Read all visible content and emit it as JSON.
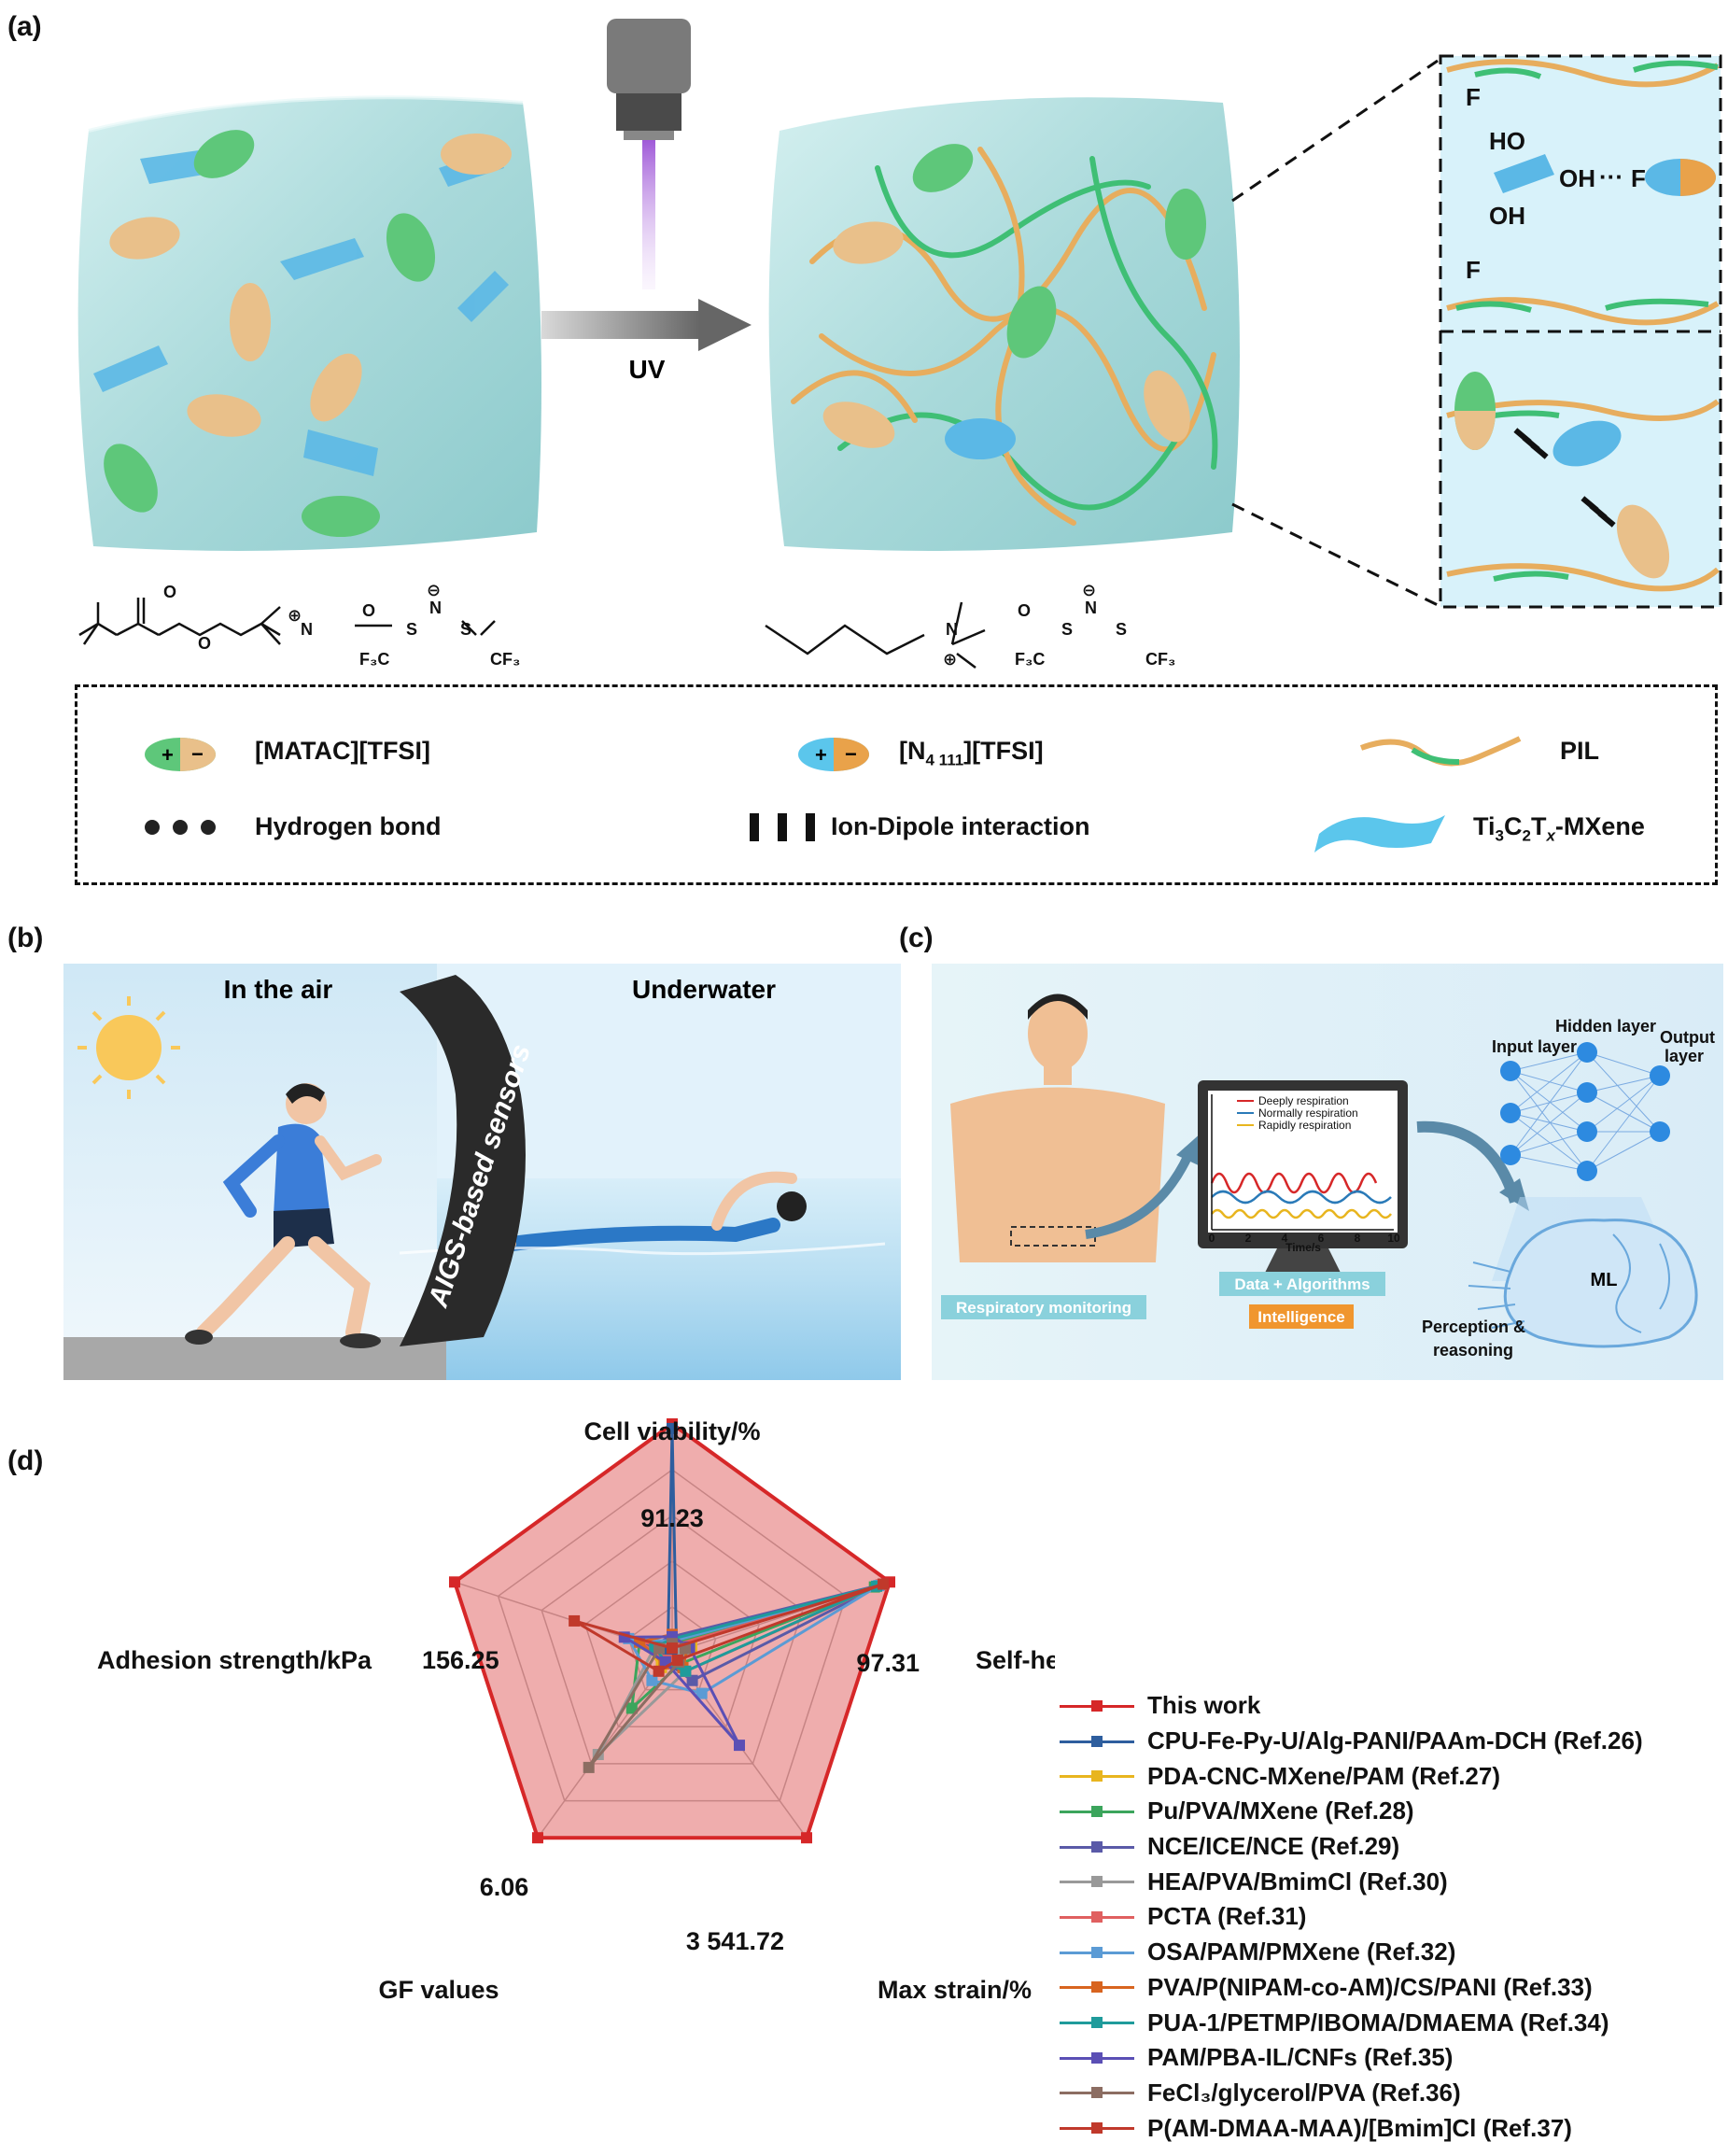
{
  "panels": {
    "a": "(a)",
    "b": "(b)",
    "c": "(c)",
    "d": "(d)"
  },
  "panel_a": {
    "uv_label": "UV",
    "hbond": {
      "f_top": "F",
      "ho": "HO",
      "oh_right": "OH",
      "f_right": "F",
      "oh_low": "OH",
      "f_bottom": "F"
    },
    "chem_left": {
      "o_top": "O",
      "o_ester": "O",
      "n": "N",
      "charge_plus": "⊕",
      "anion_n": "N",
      "anion_minus": "⊖",
      "s1": "S",
      "s2": "S",
      "o_s": "O",
      "cf3_left": "F₃C",
      "cf3_right": "CF₃"
    },
    "chem_right": {
      "n": "N",
      "charge_plus": "⊕",
      "anion_n": "N",
      "anion_minus": "⊖",
      "s1": "S",
      "s2": "S",
      "o_s": "O",
      "cf3_left": "F₃C",
      "cf3_right": "CF₃"
    }
  },
  "legend": {
    "matac": "[MATAC][TFSI]",
    "n4111_pre": "[N",
    "n4111_sub": "4 111",
    "n4111_post": "][TFSI]",
    "pil": "PIL",
    "hbond": "Hydrogen bond",
    "iondipole": "Ion-Dipole interaction",
    "mxene_pre": "Ti",
    "mxene_s1": "3",
    "mxene_mid": "C",
    "mxene_s2": "2",
    "mxene_t": "T",
    "mxene_x": "x",
    "mxene_post": "-MXene"
  },
  "panel_b": {
    "air": "In the air",
    "water": "Underwater",
    "sensor": "AIGS-based sensors"
  },
  "panel_c": {
    "monitor_legend": [
      "Deeply respiration",
      "Normally respiration",
      "Rapidly respiration"
    ],
    "monitor_ticks": [
      "0",
      "2",
      "4",
      "6",
      "8",
      "10"
    ],
    "monitor_xlabel": "Time/s",
    "respiratory": "Respiratory monitoring",
    "data_alg": "Data + Algorithms",
    "intelligence": "Intelligence",
    "input_layer": "Input layer",
    "hidden_layer": "Hidden layer",
    "output_layer_1": "Output",
    "output_layer_2": "layer",
    "ml": "ML",
    "perception_1": "Perception &",
    "perception_2": "reasoning"
  },
  "chart_data": {
    "type": "radar",
    "axes": [
      "Cell viability/%",
      "Self-healing efficiency/%",
      "Max strain/%",
      "GF values",
      "Adhesion strength/kPa"
    ],
    "this_work_values": [
      "91.23",
      "97.31",
      "3 541.72",
      "6.06",
      "156.25"
    ],
    "series": [
      {
        "name": "This work",
        "color": "#d62728",
        "values": [
          1.0,
          1.0,
          1.0,
          1.0,
          1.0
        ]
      },
      {
        "name": "CPU-Fe-Py-U/Alg-PANI/PAAm-DCH (Ref.26)",
        "color": "#2e5e9e",
        "values": [
          0.98,
          0.02,
          0.02,
          0.02,
          0.02
        ]
      },
      {
        "name": "PDA-CNC-MXene/PAM (Ref.27)",
        "color": "#e8b51f",
        "values": [
          0.06,
          0.09,
          0.06,
          0.08,
          0.12
        ]
      },
      {
        "name": "Pu/PVA/MXene (Ref.28)",
        "color": "#3ba55c",
        "values": [
          0.04,
          0.93,
          0.06,
          0.3,
          0.15
        ]
      },
      {
        "name": "NCE/ICE/NCE (Ref.29)",
        "color": "#5a5aa8",
        "values": [
          0.07,
          0.97,
          0.15,
          0.05,
          0.1
        ]
      },
      {
        "name": "HEA/PVA/BmimCl (Ref.30)",
        "color": "#999999",
        "values": [
          0.05,
          0.05,
          0.1,
          0.55,
          0.08
        ]
      },
      {
        "name": "PCTA (Ref.31)",
        "color": "#e06060",
        "values": [
          0.03,
          0.96,
          0.1,
          0.04,
          0.15
        ]
      },
      {
        "name": "OSA/PAM/PMXene (Ref.32)",
        "color": "#5b9bd5",
        "values": [
          0.05,
          0.95,
          0.22,
          0.15,
          0.2
        ]
      },
      {
        "name": "PVA/P(NIPAM-co-AM)/CS/PANI (Ref.33)",
        "color": "#d8641f",
        "values": [
          0.08,
          0.07,
          0.08,
          0.06,
          0.15
        ]
      },
      {
        "name": "PUA-1/PETMP/IBOMA/DMAEMA (Ref.34)",
        "color": "#1f9b9b",
        "values": [
          0.06,
          0.94,
          0.1,
          0.05,
          0.08
        ]
      },
      {
        "name": "PAM/PBA-IL/CNFs (Ref.35)",
        "color": "#5b4fb5",
        "values": [
          0.07,
          0.08,
          0.5,
          0.05,
          0.22
        ]
      },
      {
        "name": "FeCl₃/glycerol/PVA (Ref.36)",
        "color": "#8c6d62",
        "values": [
          0.04,
          0.06,
          0.05,
          0.62,
          0.06
        ]
      },
      {
        "name": "P(AM-DMAA-MAA)/[Bmim]Cl (Ref.37)",
        "color": "#c0392b",
        "values": [
          0.02,
          0.97,
          0.04,
          0.1,
          0.45
        ]
      }
    ]
  }
}
